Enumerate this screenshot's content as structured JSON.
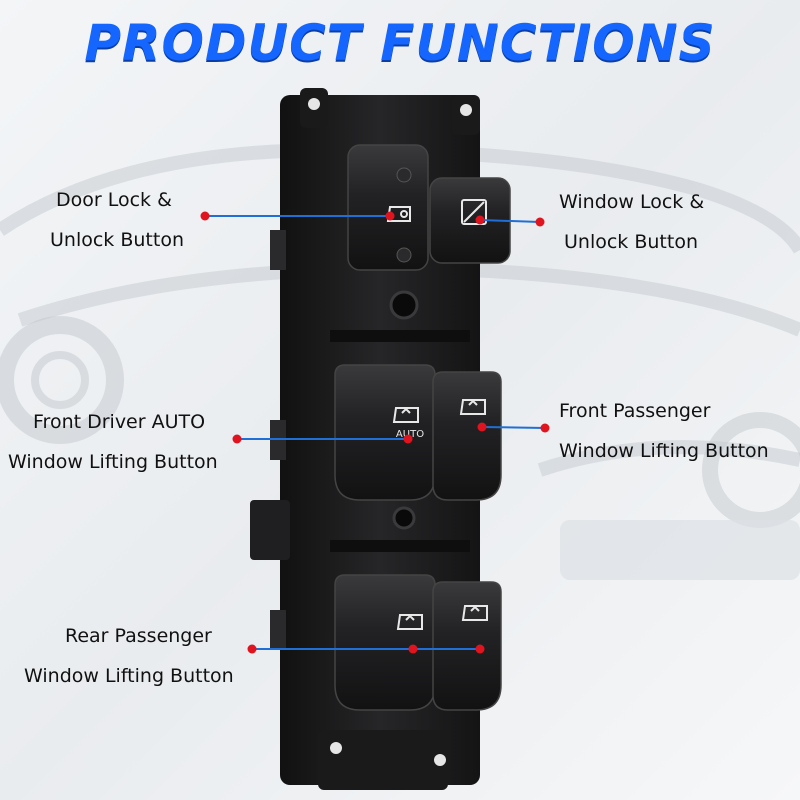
{
  "title": "PRODUCT FUNCTIONS",
  "callouts": {
    "door_lock": {
      "line1": "Door Lock &",
      "line2": "Unlock Button"
    },
    "window_lock": {
      "line1": "Window Lock &",
      "line2": "Unlock Button"
    },
    "front_driver": {
      "line1": "Front Driver AUTO",
      "line2": "Window Lifting Button"
    },
    "front_passenger": {
      "line1": "Front Passenger",
      "line2": "Window Lifting Button"
    },
    "rear_passenger": {
      "line1": "Rear Passenger",
      "line2": "Window Lifting Button"
    }
  },
  "switch_label": "AUTO",
  "colors": {
    "title": "#1565ff",
    "callout_line": "#1f6fd6",
    "callout_dot": "#e0141f",
    "panel": "#1c1c1e"
  },
  "icons": [
    "door-lock-icon",
    "window-lock-icon",
    "window-lift-icon"
  ]
}
